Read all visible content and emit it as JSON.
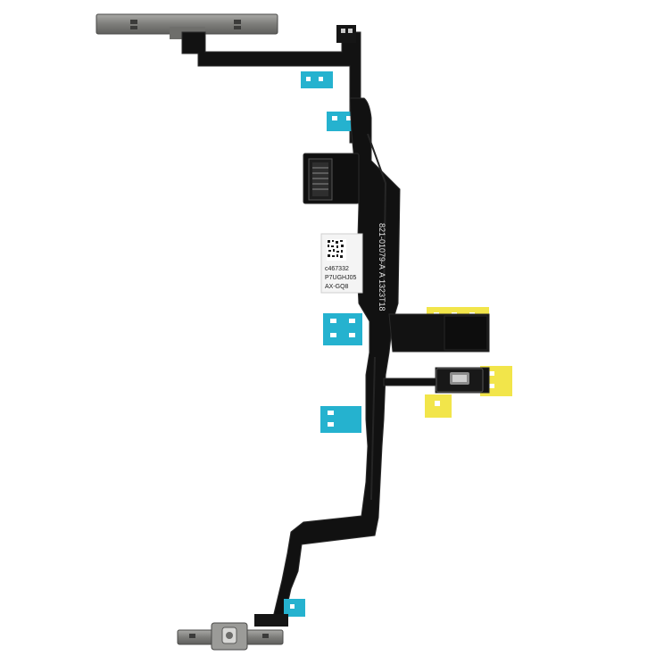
{
  "flex_cable": {
    "part_number": "821-01079-A",
    "lot_code": "A 1323T18",
    "sticker_lines": [
      "c467332",
      "P7UGHJ05",
      "AX-GQ8"
    ]
  },
  "colors": {
    "flex": "#111111",
    "flex_edge": "#2b2b2b",
    "stiffener_blue": "#25b2cf",
    "stiffener_yellow": "#f2e54a",
    "metal": "#8f8f8c",
    "background": "#ffffff"
  }
}
